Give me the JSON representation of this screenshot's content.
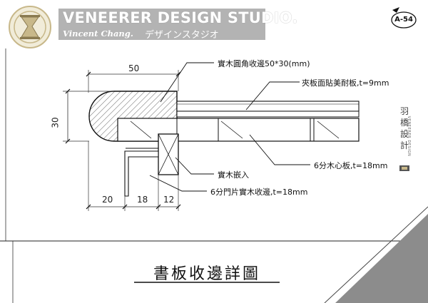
{
  "logo": {
    "studio_name": "VENEERER DESIGN STUDIO.",
    "designer_script": "Vincent Chang.",
    "japanese_name": "デザインスタジオ"
  },
  "page_number": "A-54",
  "signature": {
    "chinese": "羽橋設計",
    "english": "VENEERER DESIGN"
  },
  "drawing_title": "書板收邊詳圖",
  "dimensions": {
    "top_width": "50",
    "height": "30",
    "bottom": [
      "20",
      "18",
      "12"
    ]
  },
  "callouts": {
    "solid_wood_edge": "實木圓角收邊50*30(mm)",
    "veneer_panel": "夾板面貼美耐板,t=9mm",
    "core_board": "6分木心板,t=18mm",
    "solid_wood_inlay": "實木嵌入",
    "door_edge": "6分門片實木收邊,t=18mm"
  },
  "colors": {
    "banner": "#b3b3b3",
    "logo_gold": "#c8b88a",
    "corner_gray": "#8c8c8c",
    "line": "#1a1a1a"
  }
}
